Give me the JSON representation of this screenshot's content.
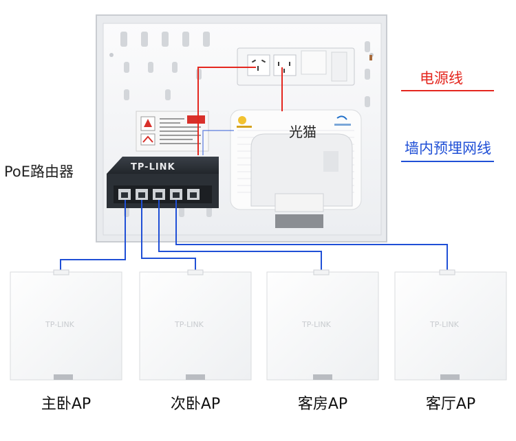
{
  "labels": {
    "poe_router": "PoE路由器",
    "optical_modem": "光猫",
    "legend_power": "电源线",
    "legend_network": "墙内预埋网线"
  },
  "aps": [
    {
      "name": "主卧AP",
      "brand": "TP-LINK"
    },
    {
      "name": "次卧AP",
      "brand": "TP-LINK"
    },
    {
      "name": "客房AP",
      "brand": "TP-LINK"
    },
    {
      "name": "客厅AP",
      "brand": "TP-LINK"
    }
  ],
  "router_brand": "TP-LINK",
  "colors": {
    "power_line": "#e4261e",
    "network_line": "#1f4fd6",
    "box_bg": "#f4f5f7",
    "router": "#2b3036"
  }
}
